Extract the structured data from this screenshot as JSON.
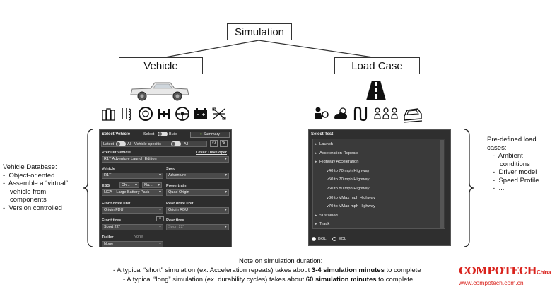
{
  "root": {
    "label": "Simulation"
  },
  "vehicle_node": {
    "label": "Vehicle"
  },
  "loadcase_node": {
    "label": "Load Case"
  },
  "vehicle_db": {
    "title": "Vehicle Database:",
    "items": [
      "Object-oriented",
      "Assemble a “virtual” vehicle from components",
      "Version controlled"
    ]
  },
  "predefined": {
    "title": "Pre-defined load cases:",
    "items": [
      "Ambient conditions",
      "Driver model",
      "Speed Profile",
      "..."
    ]
  },
  "vehicle_panel": {
    "title": "Select Vehicle",
    "select_label": "Select",
    "build_label": "Build",
    "summary_label": "Summary",
    "latest_label": "Latest",
    "all_label": "All",
    "vehicle_specific_label": "Vehicle-specific",
    "all2_label": "All",
    "prebuilt_label": "Prebuilt Vehicle",
    "level_label": "Level: Developer",
    "prebuilt_value": "R1T Adventure Launch Edition",
    "vehicle_label": "Vehicle",
    "vehicle_value": "R1T",
    "spec_label": "Spec",
    "spec_value": "Adventure",
    "ess_label": "ESS",
    "ess_opt1": "Ch...",
    "ess_opt2": "Na...",
    "ess_value": "NCA – Large Battery Pack",
    "powertrain_label": "Powertrain",
    "powertrain_value": "Quad Origin",
    "fdu_label": "Front drive unit",
    "fdu_value": "Origin FDU",
    "rdu_label": "Rear drive unit",
    "rdu_value": "Origin RDU",
    "ftires_label": "Front tires",
    "ftires_value": "Sport 22\"",
    "rtires_label": "Rear tires",
    "rtires_value": "Sport 22\"",
    "trailer_label": "Trailer",
    "trailer_none": "None",
    "trailer_value": "None"
  },
  "test_panel": {
    "title": "Select Test",
    "items": [
      {
        "label": "Launch",
        "level": 0
      },
      {
        "label": "Acceleration Repeats",
        "level": 0
      },
      {
        "label": "Highway Acceleration",
        "level": 0
      },
      {
        "label": "v40 to 70 mph Highway",
        "level": 1
      },
      {
        "label": "v50 to 70 mph Highway",
        "level": 1
      },
      {
        "label": "v60 to 80 mph Highway",
        "level": 1
      },
      {
        "label": "v30 to VMax mph Highway",
        "level": 1
      },
      {
        "label": "v70 to VMax mph Highway",
        "level": 1
      },
      {
        "label": "Sustained",
        "level": 0
      },
      {
        "label": "Track",
        "level": 0
      }
    ],
    "bol_label": "BOL",
    "eol_label": "EOL"
  },
  "note": {
    "title": "Note on simulation duration:",
    "line1_pre": "- A typical “short” simulation (ex. Acceleration repeats) takes about ",
    "line1_bold": "3-4 simulation minutes",
    "line1_post": " to complete",
    "line2_pre": "- A typical “long” simulation (ex. durability cycles) takes about ",
    "line2_bold": "60 simulation minutes",
    "line2_post": " to complete"
  },
  "watermark": {
    "brand": "COMPOTECH",
    "suffix": "China",
    "url": "www.compotech.com.cn"
  },
  "colors": {
    "panel_bg": "#2d2d2d",
    "watermark": "#d9231d"
  }
}
